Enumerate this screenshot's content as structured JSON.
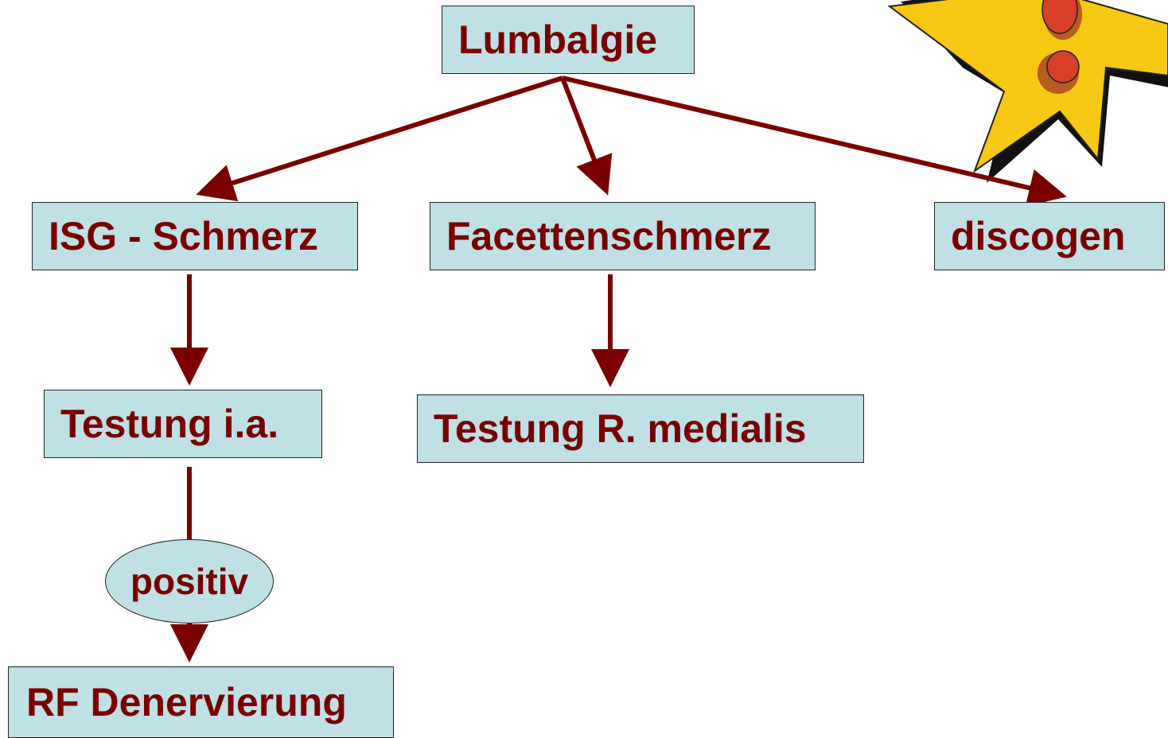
{
  "colors": {
    "arrow": "#7a0000",
    "box_fill": "#bfe0e4",
    "text": "#7a0000",
    "star_fill": "#f7c813",
    "exclamation": "#d8402a"
  },
  "nodes": {
    "lumbalgie": "Lumbalgie",
    "isg": "ISG - Schmerz",
    "facetten": "Facettenschmerz",
    "discogen": "discogen",
    "testung_ia": "Testung i.a.",
    "testung_rm": "Testung R. medialis",
    "positiv": "positiv",
    "rf": "RF Denervierung"
  },
  "decoration": {
    "icon": "exclamation-starburst-icon"
  }
}
